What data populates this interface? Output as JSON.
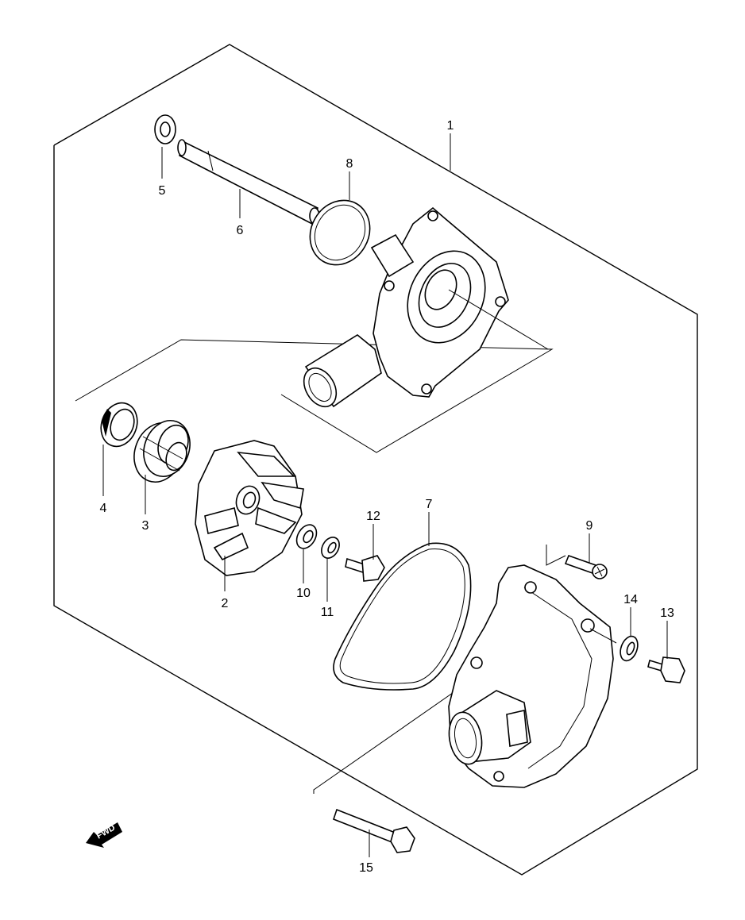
{
  "diagram": {
    "parts": [
      {
        "id": "1",
        "name": "water-pump-assembly"
      },
      {
        "id": "2",
        "name": "impeller"
      },
      {
        "id": "3",
        "name": "mechanical-seal"
      },
      {
        "id": "4",
        "name": "oil-seal"
      },
      {
        "id": "5",
        "name": "washer"
      },
      {
        "id": "6",
        "name": "pump-shaft"
      },
      {
        "id": "7",
        "name": "gasket"
      },
      {
        "id": "8",
        "name": "o-ring"
      },
      {
        "id": "9",
        "name": "bolt"
      },
      {
        "id": "10",
        "name": "washer"
      },
      {
        "id": "11",
        "name": "washer"
      },
      {
        "id": "12",
        "name": "bolt"
      },
      {
        "id": "13",
        "name": "bolt"
      },
      {
        "id": "14",
        "name": "washer"
      },
      {
        "id": "15",
        "name": "bolt"
      }
    ],
    "fwd_label": "FWD"
  }
}
